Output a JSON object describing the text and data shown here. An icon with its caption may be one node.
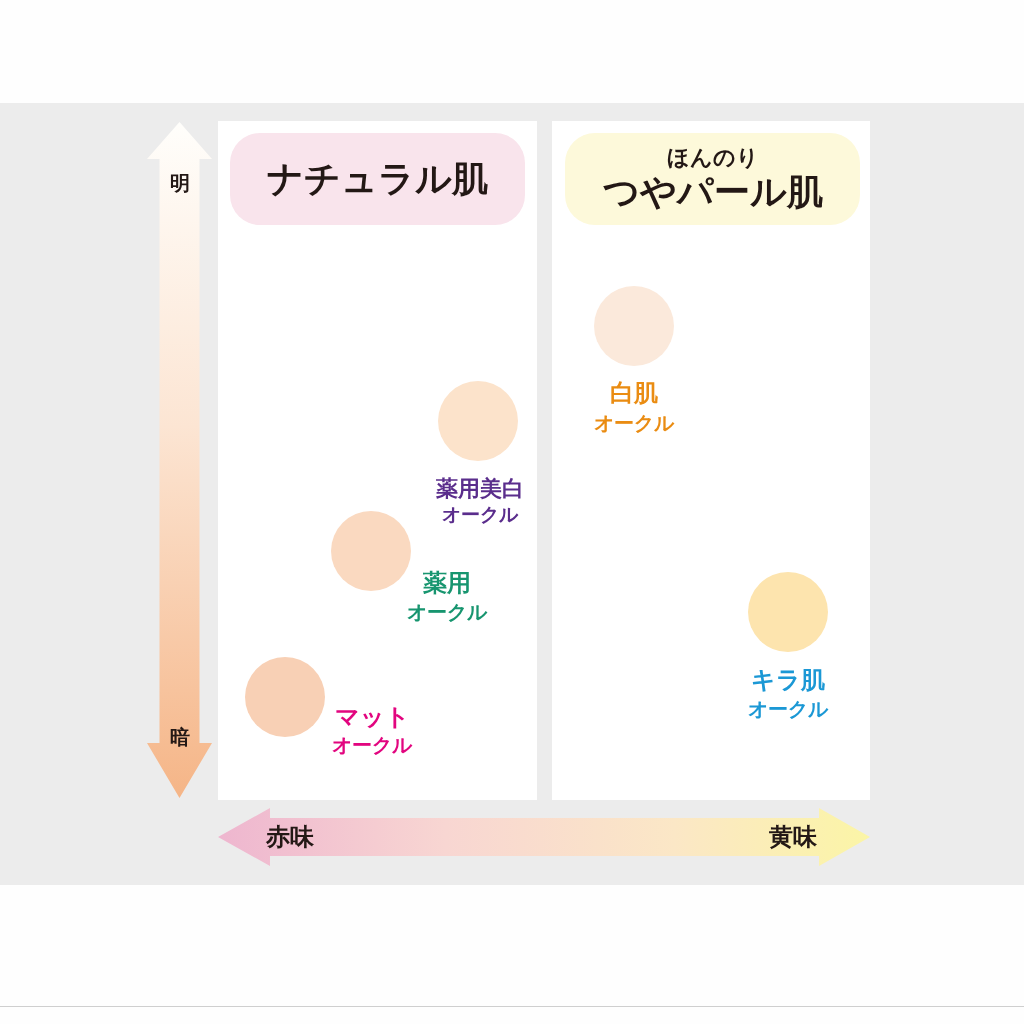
{
  "diagram": {
    "nodes": [
      {
        "text": [],
        "shape": "box"
      },
      {
        "text": [
          "ナチュラル肌"
        ],
        "in": 0
      },
      {
        "text": [],
        "shape": "circle",
        "beside": [
          "薬用美白",
          "オークル"
        ],
        "in": 0
      },
      {
        "text": [],
        "shape": "circle",
        "beside": [
          "薬用",
          "オークル"
        ],
        "in": 0
      },
      {
        "text": [],
        "shape": "circle",
        "beside": [
          "マット",
          "オークル"
        ],
        "in": 0
      },
      {
        "text": [],
        "shape": "box"
      },
      {
        "text": [
          "ほんのり",
          "つやパール肌"
        ],
        "in": 5
      },
      {
        "text": [],
        "shape": "circle",
        "beside": [
          "白肌",
          "オークル"
        ],
        "in": 5
      },
      {
        "text": [],
        "shape": "circle",
        "beside": [
          "キラ肌",
          "オークル"
        ],
        "in": 5
      }
    ],
    "labels": [
      "明",
      "暗",
      "赤味",
      "黄味"
    ]
  }
}
